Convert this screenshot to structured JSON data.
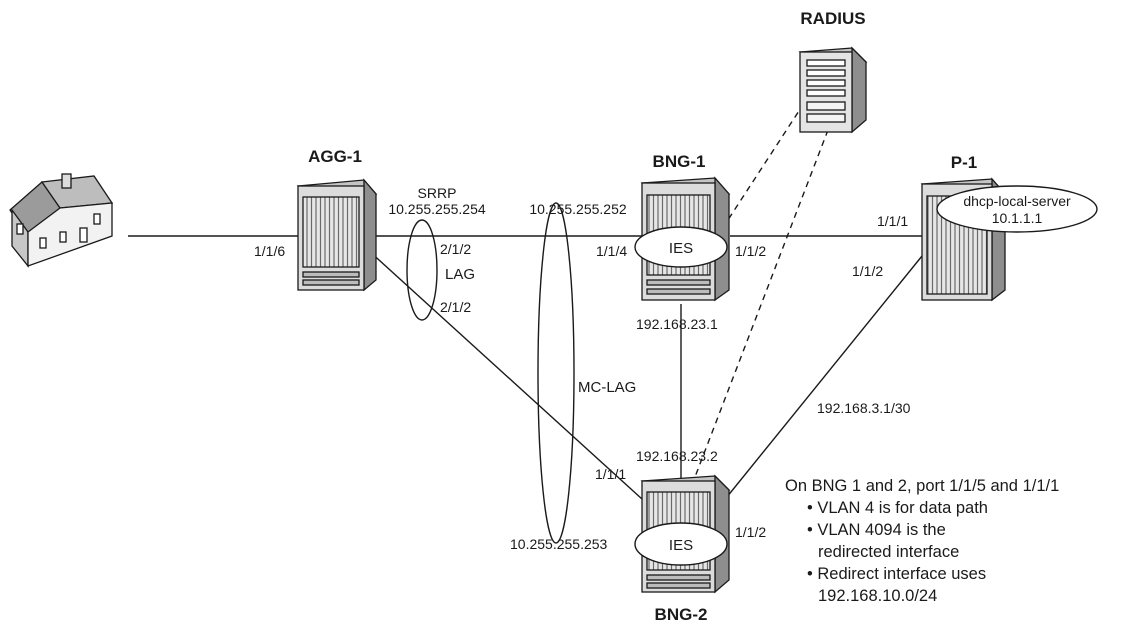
{
  "nodes": {
    "radius": "RADIUS",
    "agg1": "AGG-1",
    "bng1": "BNG-1",
    "bng2": "BNG-2",
    "p1": "P-1"
  },
  "labels": {
    "agg_port": "1/1/6",
    "srrp": "SRRP",
    "srrp_ip": "10.255.255.254",
    "lag_port_top": "2/1/2",
    "lag": "LAG",
    "lag_port_bottom": "2/1/2",
    "bng1_ip": "10.255.255.252",
    "bng1_port_left": "1/1/4",
    "ies_top": "IES",
    "bng1_port_right": "1/1/2",
    "p1_port_top": "1/1/1",
    "p1_port_bottom": "1/1/2",
    "dhcp_server": "dhcp-local-server",
    "dhcp_ip": "10.1.1.1",
    "bng1_sync_ip": "192.168.23.1",
    "mc_lag": "MC-LAG",
    "p1_link_ip": "192.168.3.1/30",
    "bng2_sync_ip": "192.168.23.2",
    "bng2_port_left": "1/1/1",
    "bng2_ip": "10.255.255.253",
    "ies_bottom": "IES",
    "bng2_port_right": "1/1/2"
  },
  "notes": {
    "heading": "On BNG 1 and 2, port 1/1/5 and 1/1/1",
    "bullet1": "• VLAN 4 is for data path",
    "bullet2_line1": "• VLAN 4094 is the",
    "bullet2_line2": "redirected interface",
    "bullet3_line1": "• Redirect interface uses",
    "bullet3_line2": "192.168.10.0/24"
  },
  "colors": {
    "line": "#1a1a1a",
    "device_face": "#dcdcdc",
    "device_side": "#8e8e8e",
    "device_top": "#c4c4c4",
    "background": "#ffffff"
  }
}
